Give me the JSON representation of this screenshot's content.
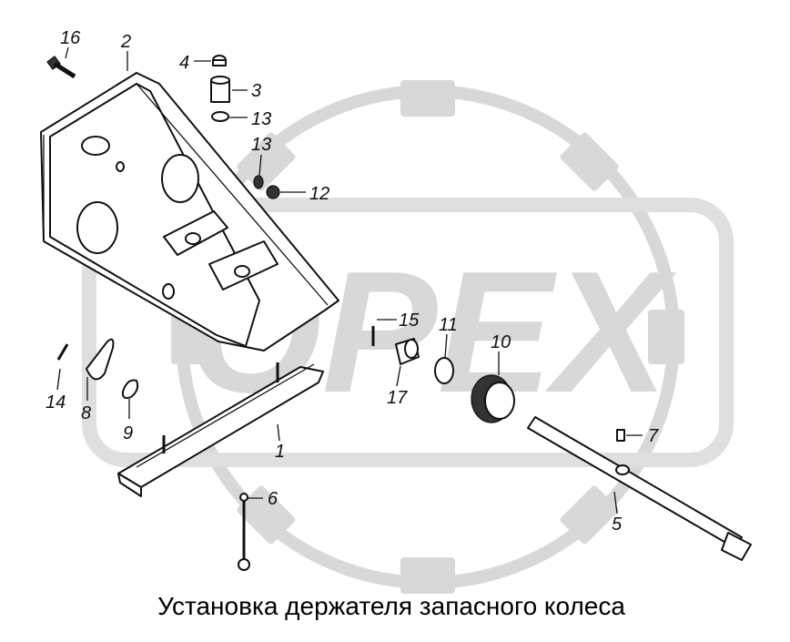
{
  "diagram": {
    "caption": "Установка держателя запасного колеса",
    "watermark": "OPEX",
    "watermark_color": "#d4d4d4",
    "line_color": "#111111",
    "part_numbers": {
      "p16": "16",
      "p2": "2",
      "p4": "4",
      "p3": "3",
      "p13a": "13",
      "p13b": "13",
      "p12": "12",
      "p15": "15",
      "p11": "11",
      "p10": "10",
      "p14": "14",
      "p8": "8",
      "p9": "9",
      "p1": "1",
      "p17": "17",
      "p7": "7",
      "p6": "6",
      "p5": "5"
    }
  }
}
